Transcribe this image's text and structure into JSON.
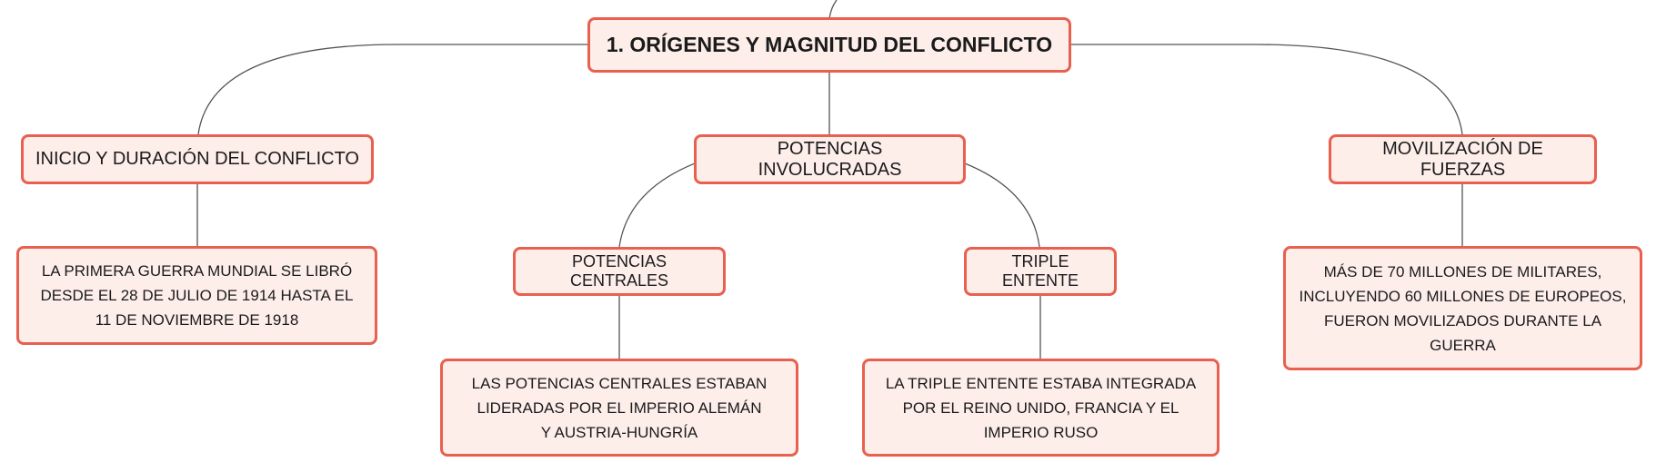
{
  "mindmap": {
    "colors": {
      "node_fill": "#fdeeea",
      "node_border": "#e8604f",
      "connector": "#555555",
      "text": "#1b1b1b"
    },
    "root": {
      "label": "1. ORÍGENES Y MAGNITUD DEL CONFLICTO"
    },
    "inicio": {
      "label": "INICIO Y DURACIÓN DEL CONFLICTO",
      "detail": "LA PRIMERA GUERRA MUNDIAL SE LIBRÓ DESDE EL 28 DE JULIO DE 1914 HASTA EL 11 DE NOVIEMBRE DE 1918"
    },
    "potencias": {
      "label": "POTENCIAS INVOLUCRADAS",
      "centrales": {
        "label": "POTENCIAS CENTRALES",
        "detail": "LAS POTENCIAS CENTRALES ESTABAN LIDERADAS POR EL IMPERIO ALEMÁN Y AUSTRIA-HUNGRÍA"
      },
      "entente": {
        "label": "TRIPLE ENTENTE",
        "detail": "LA TRIPLE ENTENTE ESTABA INTEGRADA POR EL REINO UNIDO, FRANCIA Y EL IMPERIO RUSO"
      }
    },
    "movilizacion": {
      "label": "MOVILIZACIÓN DE FUERZAS",
      "detail": "MÁS DE 70 MILLONES DE MILITARES, INCLUYENDO 60 MILLONES DE EUROPEOS, FUERON MOVILIZADOS DURANTE LA GUERRA"
    }
  }
}
